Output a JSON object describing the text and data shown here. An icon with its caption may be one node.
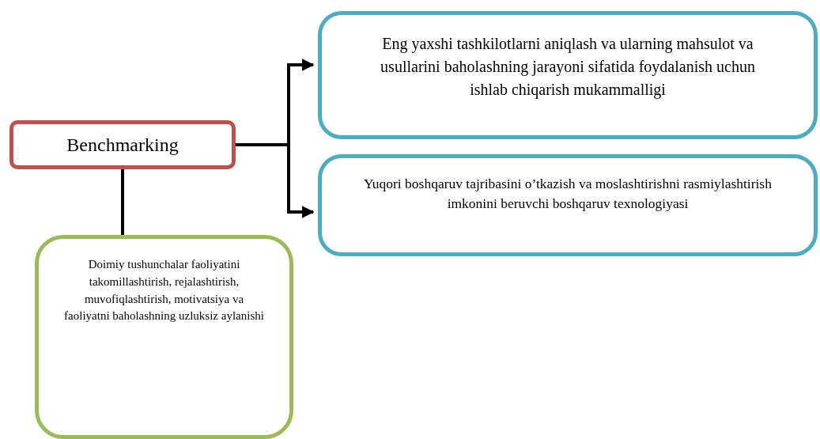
{
  "diagram": {
    "nodes": [
      {
        "text": [
          "Benchmarking"
        ]
      },
      {
        "text": [
          "Eng yaxshi tashkilotlarni aniqlash va ularning mahsulot va usullarini baholashning jarayoni sifatida foydalanish uchun ishlab chiqarish mukammalligi"
        ]
      },
      {
        "text": [
          "Yuqori boshqaruv tajribasini o’tkazish va moslashtirishni rasmiylashtirish imkonini beruvchi boshqaruv texnologiyasi"
        ]
      },
      {
        "text": [
          "Doimiy tushunchalar faoliyatini takomillashtirish, rejalashtirish, muvofiqlashtirish, motivatsiya va faoliyatni baholashning uzluksiz aylanishi"
        ]
      }
    ],
    "edges": [
      {
        "from": 0,
        "to": 1,
        "arrow": "to"
      },
      {
        "from": 0,
        "to": 2,
        "arrow": "to"
      },
      {
        "from": 0,
        "to": 3,
        "arrow": "none"
      }
    ]
  }
}
